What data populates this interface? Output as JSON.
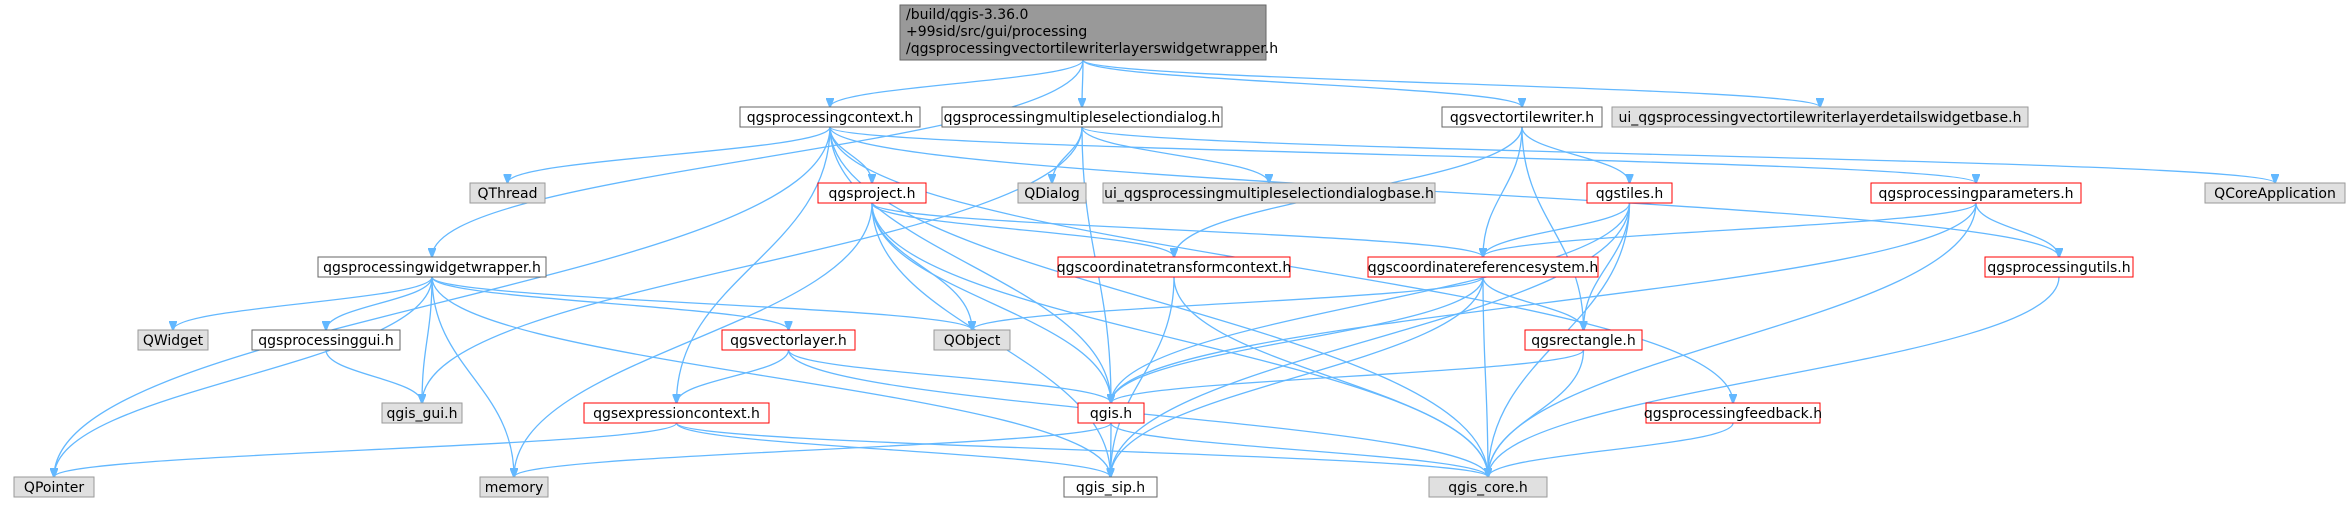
{
  "colors": {
    "root_fill": "#999999",
    "root_stroke": "#666666",
    "normal_fill": "#ffffff",
    "normal_stroke": "#666666",
    "red_stroke": "#ff0000",
    "gray_fill": "#e0e0e0",
    "gray_stroke": "#999999",
    "edge": "#63b8ff"
  },
  "nodes": [
    {
      "id": "root",
      "style": "root",
      "lines": [
        "/build/qgis-3.36.0",
        "+99sid/src/gui/processing",
        "/qgsprocessingvectortilewriterlayerswidgetwrapper.h"
      ]
    },
    {
      "id": "context",
      "style": "normal",
      "lines": [
        "qgsprocessingcontext.h"
      ]
    },
    {
      "id": "multisel",
      "style": "normal",
      "lines": [
        "qgsprocessingmultipleselectiondialog.h"
      ]
    },
    {
      "id": "vtwriter",
      "style": "normal",
      "lines": [
        "qgsvectortilewriter.h"
      ]
    },
    {
      "id": "ui_vtw",
      "style": "gray",
      "lines": [
        "ui_qgsprocessingvectortilewriterlayerdetailswidgetbase.h"
      ]
    },
    {
      "id": "widgetwrapper",
      "style": "normal",
      "lines": [
        "qgsprocessingwidgetwrapper.h"
      ]
    },
    {
      "id": "qthread",
      "style": "gray",
      "lines": [
        "QThread"
      ]
    },
    {
      "id": "project",
      "style": "red",
      "lines": [
        "qgsproject.h"
      ]
    },
    {
      "id": "qdialog",
      "style": "gray",
      "lines": [
        "QDialog"
      ]
    },
    {
      "id": "ui_multi",
      "style": "gray",
      "lines": [
        "ui_qgsprocessingmultipleselectiondialogbase.h"
      ]
    },
    {
      "id": "tiles",
      "style": "red",
      "lines": [
        "qgstiles.h"
      ]
    },
    {
      "id": "params",
      "style": "red",
      "lines": [
        "qgsprocessingparameters.h"
      ]
    },
    {
      "id": "qcoreapp",
      "style": "gray",
      "lines": [
        "QCoreApplication"
      ]
    },
    {
      "id": "ctc",
      "style": "red",
      "lines": [
        "qgscoordinatetransformcontext.h"
      ]
    },
    {
      "id": "crs",
      "style": "red",
      "lines": [
        "qgscoordinatereferencesystem.h"
      ]
    },
    {
      "id": "utils",
      "style": "red",
      "lines": [
        "qgsprocessingutils.h"
      ]
    },
    {
      "id": "qwidget",
      "style": "gray",
      "lines": [
        "QWidget"
      ]
    },
    {
      "id": "procgui",
      "style": "normal",
      "lines": [
        "qgsprocessinggui.h"
      ]
    },
    {
      "id": "vlayer",
      "style": "red",
      "lines": [
        "qgsvectorlayer.h"
      ]
    },
    {
      "id": "qobject",
      "style": "gray",
      "lines": [
        "QObject"
      ]
    },
    {
      "id": "rect",
      "style": "red",
      "lines": [
        "qgsrectangle.h"
      ]
    },
    {
      "id": "qgisgui",
      "style": "gray",
      "lines": [
        "qgis_gui.h"
      ]
    },
    {
      "id": "exprctx",
      "style": "red",
      "lines": [
        "qgsexpressioncontext.h"
      ]
    },
    {
      "id": "qgis",
      "style": "red",
      "lines": [
        "qgis.h"
      ]
    },
    {
      "id": "feedback",
      "style": "red",
      "lines": [
        "qgsprocessingfeedback.h"
      ]
    },
    {
      "id": "qpointer",
      "style": "gray",
      "lines": [
        "QPointer"
      ]
    },
    {
      "id": "memory",
      "style": "gray",
      "lines": [
        "memory"
      ]
    },
    {
      "id": "sip",
      "style": "normal",
      "lines": [
        "qgis_sip.h"
      ]
    },
    {
      "id": "core",
      "style": "gray",
      "lines": [
        "qgis_core.h"
      ]
    }
  ],
  "edges": [
    [
      "root",
      "context"
    ],
    [
      "root",
      "multisel"
    ],
    [
      "root",
      "vtwriter"
    ],
    [
      "root",
      "ui_vtw"
    ],
    [
      "root",
      "widgetwrapper"
    ],
    [
      "context",
      "qthread"
    ],
    [
      "context",
      "project"
    ],
    [
      "context",
      "exprctx"
    ],
    [
      "context",
      "qgis"
    ],
    [
      "context",
      "qpointer"
    ],
    [
      "context",
      "core"
    ],
    [
      "context",
      "feedback"
    ],
    [
      "context",
      "params"
    ],
    [
      "context",
      "utils"
    ],
    [
      "multisel",
      "qdialog"
    ],
    [
      "multisel",
      "ui_multi"
    ],
    [
      "multisel",
      "qgis"
    ],
    [
      "multisel",
      "qgisgui"
    ],
    [
      "multisel",
      "qcoreapp"
    ],
    [
      "vtwriter",
      "tiles"
    ],
    [
      "vtwriter",
      "crs"
    ],
    [
      "vtwriter",
      "ctc"
    ],
    [
      "vtwriter",
      "rect"
    ],
    [
      "widgetwrapper",
      "qwidget"
    ],
    [
      "widgetwrapper",
      "procgui"
    ],
    [
      "widgetwrapper",
      "vlayer"
    ],
    [
      "widgetwrapper",
      "qobject"
    ],
    [
      "widgetwrapper",
      "qgisgui"
    ],
    [
      "widgetwrapper",
      "qpointer"
    ],
    [
      "widgetwrapper",
      "memory"
    ],
    [
      "widgetwrapper",
      "sip"
    ],
    [
      "procgui",
      "qgisgui"
    ],
    [
      "project",
      "qobject"
    ],
    [
      "project",
      "ctc"
    ],
    [
      "project",
      "crs"
    ],
    [
      "project",
      "qgis"
    ],
    [
      "project",
      "sip"
    ],
    [
      "project",
      "core"
    ],
    [
      "project",
      "memory"
    ],
    [
      "tiles",
      "crs"
    ],
    [
      "tiles",
      "rect"
    ],
    [
      "tiles",
      "qgis"
    ],
    [
      "tiles",
      "sip"
    ],
    [
      "tiles",
      "core"
    ],
    [
      "params",
      "crs"
    ],
    [
      "params",
      "utils"
    ],
    [
      "params",
      "qgis"
    ],
    [
      "params",
      "core"
    ],
    [
      "ctc",
      "sip"
    ],
    [
      "ctc",
      "core"
    ],
    [
      "crs",
      "qobject"
    ],
    [
      "crs",
      "rect"
    ],
    [
      "crs",
      "qgis"
    ],
    [
      "crs",
      "sip"
    ],
    [
      "crs",
      "core"
    ],
    [
      "utils",
      "core"
    ],
    [
      "vlayer",
      "exprctx"
    ],
    [
      "vlayer",
      "qgis"
    ],
    [
      "vlayer",
      "core"
    ],
    [
      "rect",
      "qgis"
    ],
    [
      "rect",
      "core"
    ],
    [
      "exprctx",
      "qpointer"
    ],
    [
      "exprctx",
      "sip"
    ],
    [
      "exprctx",
      "core"
    ],
    [
      "qgis",
      "memory"
    ],
    [
      "qgis",
      "sip"
    ],
    [
      "qgis",
      "core"
    ],
    [
      "feedback",
      "core"
    ]
  ]
}
